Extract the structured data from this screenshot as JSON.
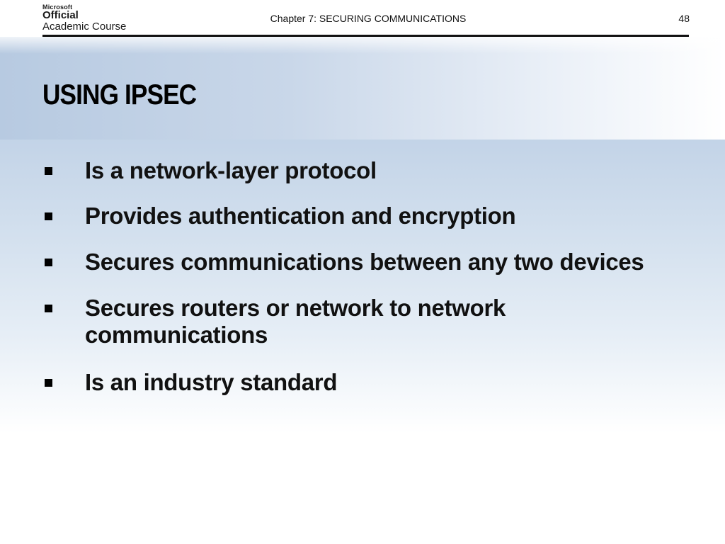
{
  "header": {
    "logo": {
      "brand": "Microsoft",
      "line1": "Official",
      "line2": "Academic Course"
    },
    "chapter_title": "Chapter 7: SECURING COMMUNICATIONS",
    "page_number": "48"
  },
  "slide": {
    "title": "USING IPSEC",
    "bullets": [
      {
        "text": "Is a network-layer protocol"
      },
      {
        "text": "Provides authentication and encryption"
      },
      {
        "text": "Secures communications between any two devices"
      },
      {
        "text": "Secures routers or network to network communications"
      },
      {
        "text": "Is an industry standard"
      }
    ]
  },
  "colors": {
    "background_blue": "#b8cbe2",
    "text": "#111111"
  }
}
